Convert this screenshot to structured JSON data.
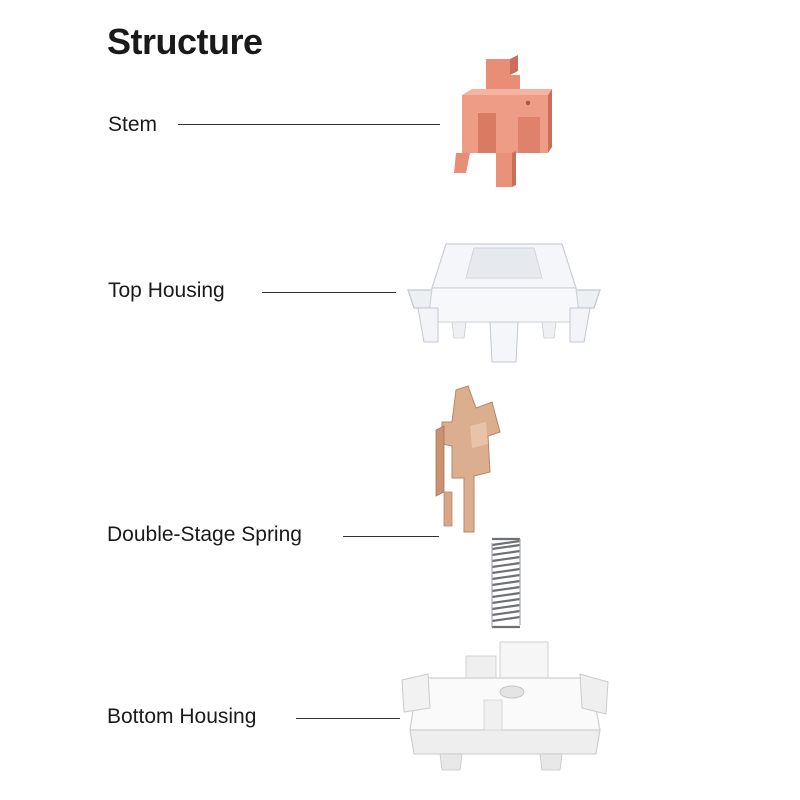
{
  "title": "Structure",
  "parts": [
    {
      "label": "Stem",
      "icon": "stem-icon",
      "color": "#e8917c"
    },
    {
      "label": "Top Housing",
      "icon": "top-housing-icon",
      "color": "#eef0f4"
    },
    {
      "label": "Double-Stage Spring",
      "icon": "leaf-spring-icon",
      "color": "#d9a98a"
    },
    {
      "label": "Bottom Housing",
      "icon": "bottom-housing-icon",
      "color": "#f3f3f3"
    }
  ]
}
